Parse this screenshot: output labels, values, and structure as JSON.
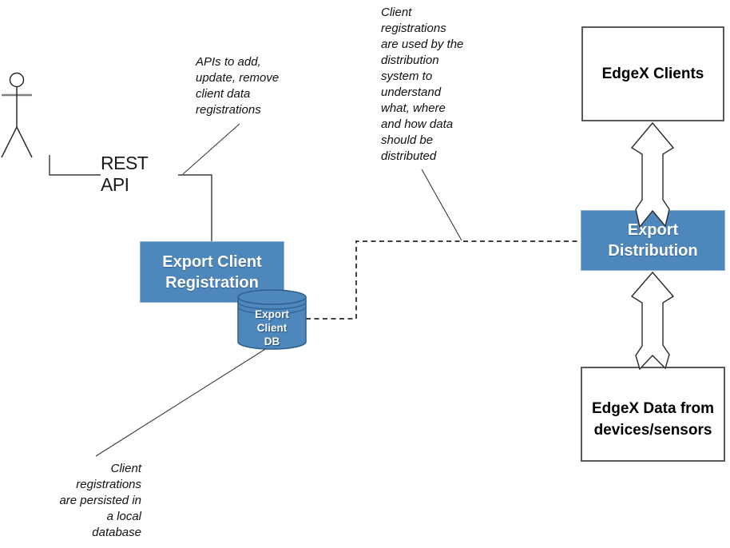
{
  "colors": {
    "node_fill": "#4E87BC",
    "node_edge": "#8FB2D4",
    "cylinder_edge": "#2F5E8F",
    "external_box_border": "#595959",
    "line": "#3A3A3A",
    "dashed_line": "#404040",
    "actor_arm": "#808080",
    "text_on_node": "#FFFFFF",
    "text": "#111111"
  },
  "labels": {
    "rest_api": "REST API"
  },
  "nodes": {
    "registration": {
      "label": "Export Client\nRegistration"
    },
    "db": {
      "label": "Export\nClient\nDB"
    },
    "distribution": {
      "label": "Export\nDistribution"
    },
    "clients": {
      "label": "EdgeX Clients"
    },
    "data_source": {
      "label": "EdgeX Data from\ndevices/sensors"
    }
  },
  "annotations": {
    "apis": {
      "text": "APIs to add,\nupdate, remove\nclient data\nregistrations"
    },
    "distribution_usage": {
      "text": "Client\nregistrations\nare used by the\ndistribution\nsystem to\nunderstand\nwhat, where\nand how data\nshould be\ndistributed"
    },
    "persistence": {
      "text": "Client\nregistrations\nare persisted in\na local\ndatabase"
    }
  }
}
